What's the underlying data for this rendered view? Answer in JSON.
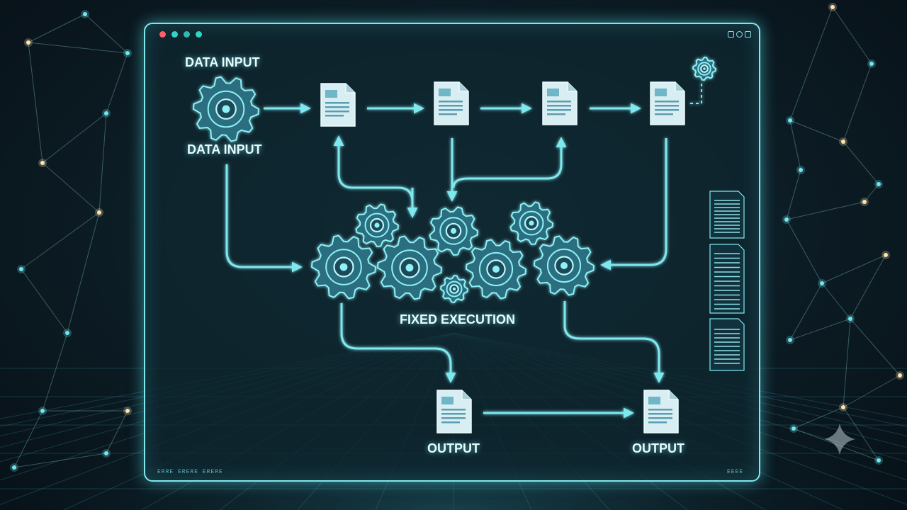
{
  "labels": {
    "top_input": "DATA INPUT",
    "bottom_input": "DATA INPUT",
    "execution": "FIXED EXECUTION",
    "output_left": "OUTPUT",
    "output_right": "OUTPUT"
  },
  "window": {
    "footer_left": "ERRE ERERE ERERE",
    "footer_right": "EEEE"
  },
  "colors": {
    "accent": "#7fe8ee",
    "gear_fill": "#2a6e80",
    "doc_fill": "#d9eef2",
    "traffic": [
      "#ff5f6a",
      "#3ad0c8",
      "#33b8b0",
      "#2fd6c0"
    ]
  }
}
